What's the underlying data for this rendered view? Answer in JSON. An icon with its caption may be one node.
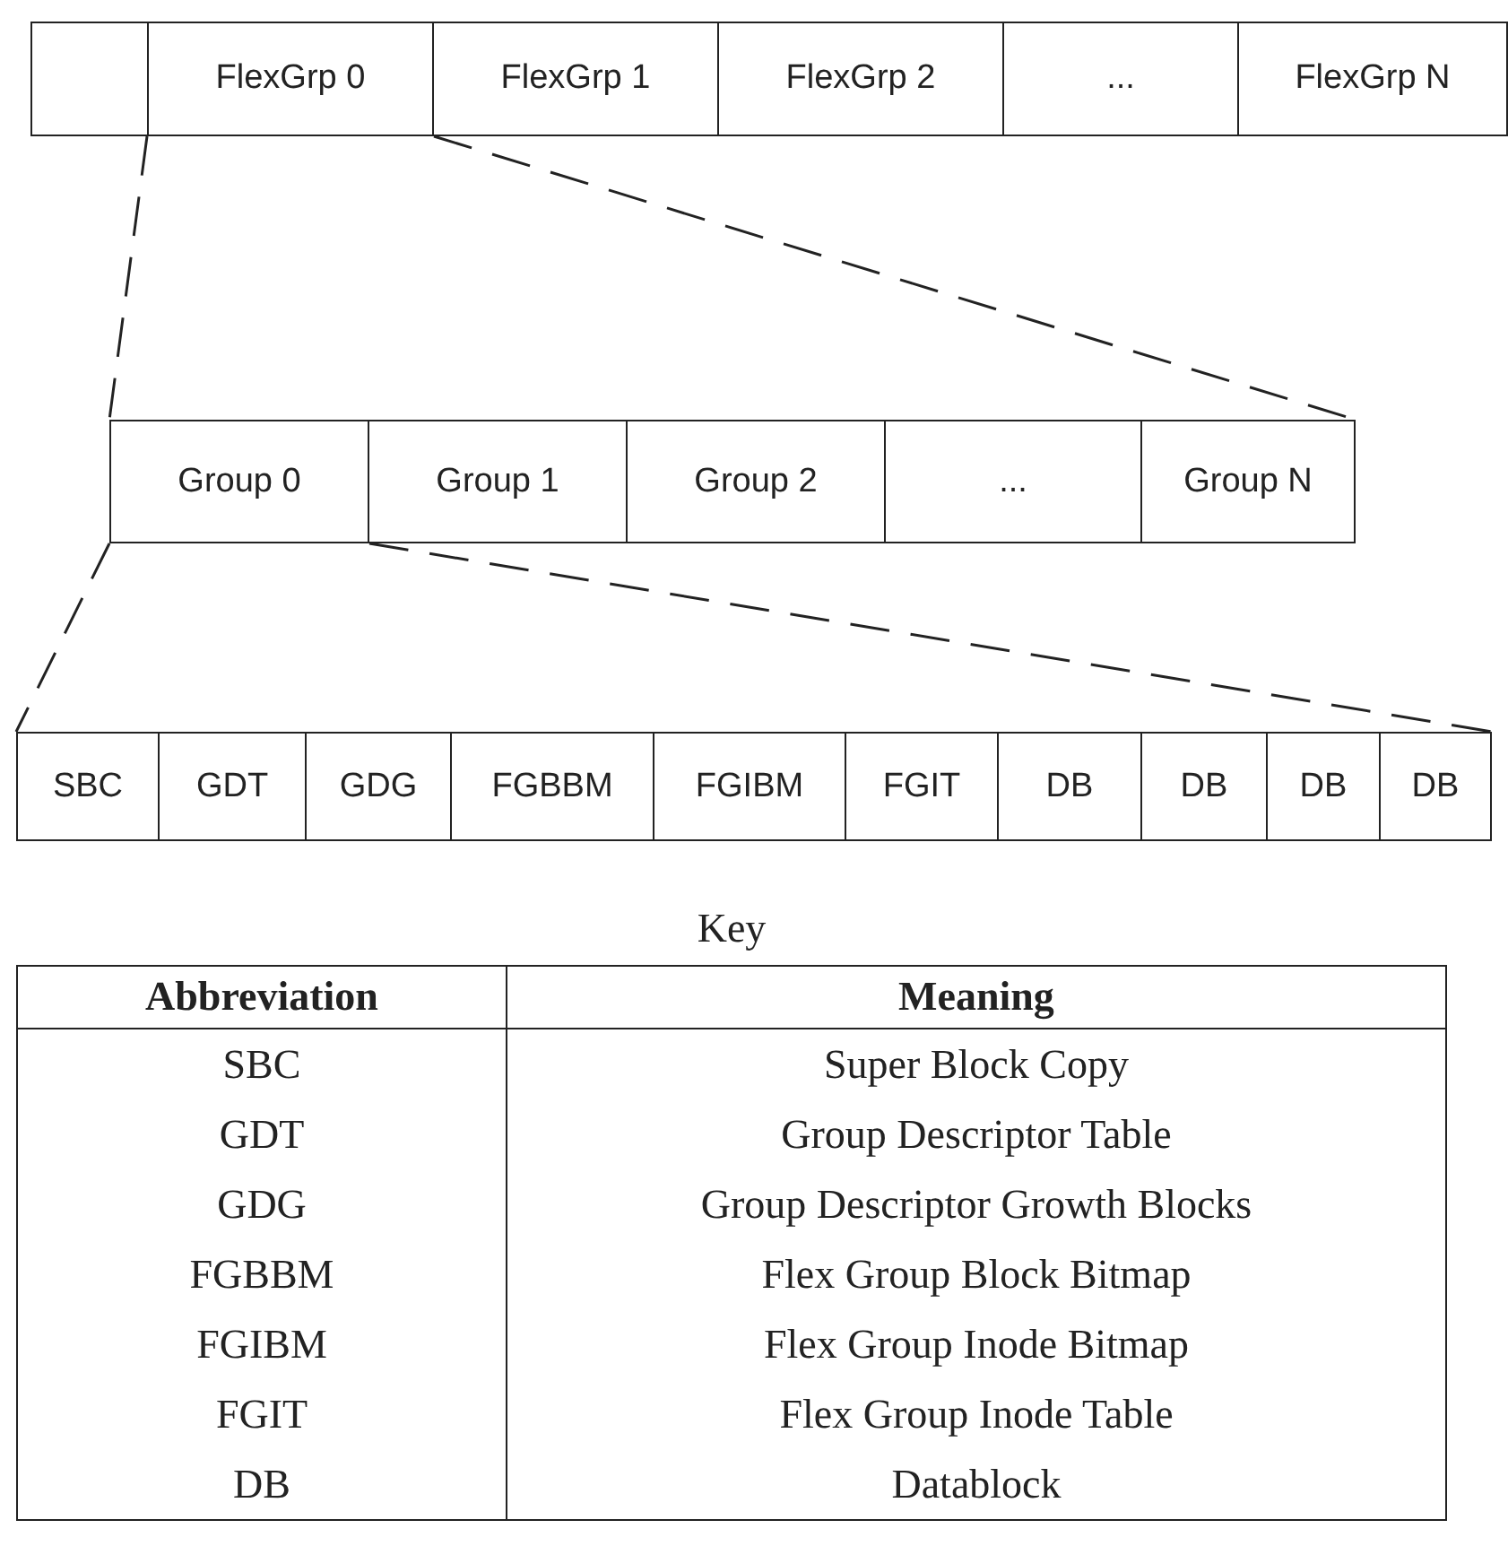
{
  "diagram": {
    "nodes": [
      {
        "text": [],
        "shape": "box"
      },
      {
        "text": [
          "FlexGrp 0"
        ]
      },
      {
        "text": [
          "FlexGrp 1"
        ]
      },
      {
        "text": [
          "FlexGrp 2"
        ]
      },
      {
        "text": [
          "..."
        ]
      },
      {
        "text": [
          "FlexGrp N"
        ]
      },
      {
        "text": [
          "Group 0"
        ]
      },
      {
        "text": [
          "Group 1"
        ]
      },
      {
        "text": [
          "Group 2"
        ]
      },
      {
        "text": [
          "..."
        ]
      },
      {
        "text": [
          "Group N"
        ]
      },
      {
        "text": [
          "SBC"
        ]
      },
      {
        "text": [
          "GDT"
        ]
      },
      {
        "text": [
          "GDG"
        ]
      },
      {
        "text": [
          "FGBBM"
        ]
      },
      {
        "text": [
          "FGIBM"
        ]
      },
      {
        "text": [
          "FGIT"
        ]
      },
      {
        "text": [
          "DB"
        ]
      },
      {
        "text": [
          "DB"
        ]
      },
      {
        "text": [
          "DB"
        ]
      },
      {
        "text": [
          "DB"
        ]
      }
    ],
    "edges": [
      {
        "from": 1,
        "to": 6,
        "arrow": "none",
        "style": "dashed"
      },
      {
        "from": 1,
        "to": 10,
        "arrow": "none",
        "style": "dashed"
      },
      {
        "from": 6,
        "to": 11,
        "arrow": "none",
        "style": "dashed"
      },
      {
        "from": 6,
        "to": 20,
        "arrow": "none",
        "style": "dashed"
      }
    ],
    "labels": [
      "Key",
      "Abbreviation",
      "Meaning",
      "SBC",
      "Super Block Copy",
      "GDT",
      "Group Descriptor Table",
      "GDG",
      "Group Descriptor Growth Blocks",
      "FGBBM",
      "Flex Group Block Bitmap",
      "FGIBM",
      "Flex Group Inode Bitmap",
      "FGIT",
      "Flex Group Inode Table",
      "DB",
      "Datablock"
    ]
  }
}
